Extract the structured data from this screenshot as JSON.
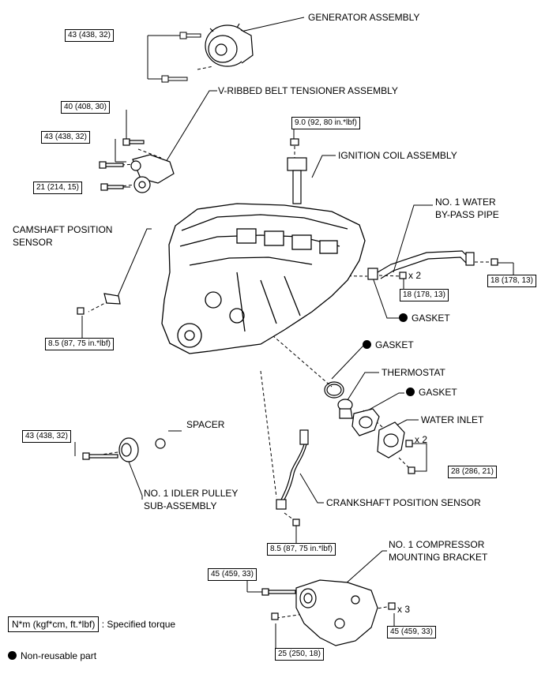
{
  "labels": {
    "generator": "GENERATOR ASSEMBLY",
    "tensioner": "V-RIBBED BELT TENSIONER ASSEMBLY",
    "ignition_coil": "IGNITION COIL ASSEMBLY",
    "water_pipe_1": "NO. 1 WATER",
    "water_pipe_2": "BY-PASS PIPE",
    "camshaft_1": "CAMSHAFT POSITION",
    "camshaft_2": "SENSOR",
    "gasket_a": "GASKET",
    "gasket_b": "GASKET",
    "thermostat": "THERMOSTAT",
    "gasket_c": "GASKET",
    "water_inlet": "WATER INLET",
    "spacer": "SPACER",
    "idler_1": "NO. 1 IDLER PULLEY",
    "idler_2": "SUB-ASSEMBLY",
    "crankshaft": "CRANKSHAFT POSITION SENSOR",
    "compressor_1": "NO. 1 COMPRESSOR",
    "compressor_2": "MOUNTING BRACKET",
    "x2_pipe": "x 2",
    "x2_inlet": "x 2",
    "x3_bracket": "x 3"
  },
  "torques": {
    "generator": "43 (438, 32)",
    "tensioner_top": "40 (408, 30)",
    "tensioner_mid": "43 (438, 32)",
    "tensioner_low": "21 (214, 15)",
    "ignition": "9.0 (92, 80 in.*lbf)",
    "pipe_right": "18 (178, 13)",
    "pipe_left": "18 (178, 13)",
    "camshaft": "8.5 (87, 75 in.*lbf)",
    "idler": "43 (438, 32)",
    "inlet": "28 (286, 21)",
    "crankshaft": "8.5 (87, 75 in.*lbf)",
    "bracket_top": "45 (459, 33)",
    "bracket_right": "45 (459, 33)",
    "bracket_low": "25 (250, 18)"
  },
  "legend": {
    "unit_box": "N*m (kgf*cm, ft.*lbf)",
    "unit_text": ": Specified torque",
    "non_reusable": "Non-reusable part"
  }
}
